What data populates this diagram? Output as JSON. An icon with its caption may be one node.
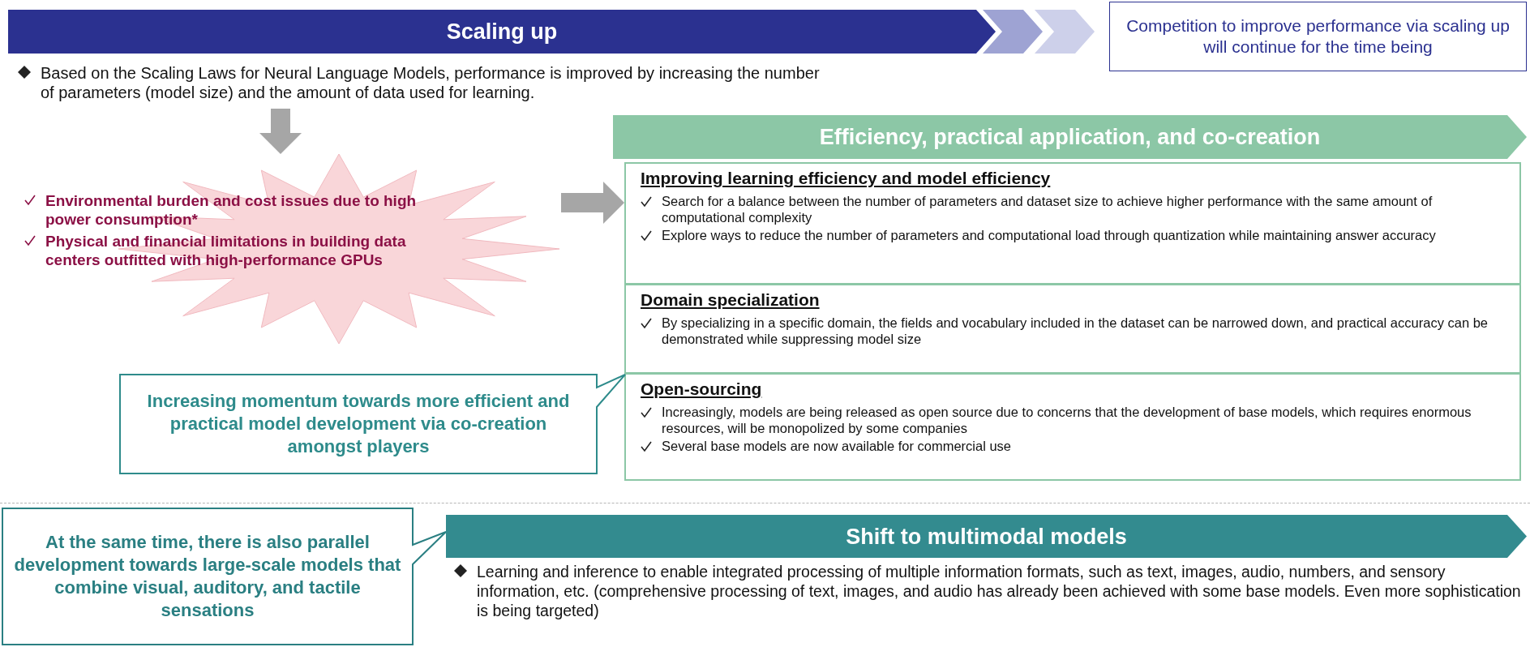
{
  "diagram": {
    "nodes": [
      {
        "text": [
          "Scaling up"
        ]
      },
      {
        "text": [
          "Competition to improve performance via scaling up will continue for the time being"
        ]
      },
      {
        "text": [
          "Based on the Scaling Laws for Neural Language Models, performance is improved by increasing the number of parameters (model size) and the amount of data used for learning."
        ]
      },
      {
        "text": [
          "Environmental burden and cost issues due to high power consumption*",
          "Physical and financial limitations in building data centers outfitted with high-performance GPUs"
        ]
      },
      {
        "text": [
          "Efficiency, practical application, and co-creation"
        ]
      },
      {
        "text": [
          "Improving learning efficiency and model efficiency",
          "Search for a balance between the number of parameters and dataset size to achieve higher performance with the same amount of computational complexity",
          "Explore ways to reduce the number of parameters and computational load through quantization while maintaining answer accuracy"
        ]
      },
      {
        "text": [
          "Domain specialization",
          "By specializing in a specific domain, the fields and vocabulary included in the dataset can be narrowed down, and practical accuracy can be demonstrated while suppressing model size"
        ]
      },
      {
        "text": [
          "Open-sourcing",
          "Increasingly, models are being released as open source due to concerns that the development of base models, which requires enormous resources, will be monopolized by some companies",
          "Several base models are now available for commercial use"
        ]
      },
      {
        "text": [
          "Increasing momentum towards more efficient and practical model development via co-creation amongst players"
        ]
      },
      {
        "text": [
          "At the same time, there is also parallel development towards large-scale models that combine visual, auditory, and tactile sensations"
        ]
      },
      {
        "text": [
          "Shift to multimodal models"
        ]
      },
      {
        "text": [
          "Learning and inference to enable integrated processing of multiple information formats, such as text, images, audio, numbers, and sensory information, etc. (comprehensive processing of text, images, and audio has already been achieved with some base models. Even more sophistication is being targeted)"
        ]
      }
    ],
    "edges": [
      {
        "from": 2,
        "to": 3,
        "arrow": "to"
      },
      {
        "from": 3,
        "to": 5,
        "arrow": "to"
      }
    ]
  }
}
